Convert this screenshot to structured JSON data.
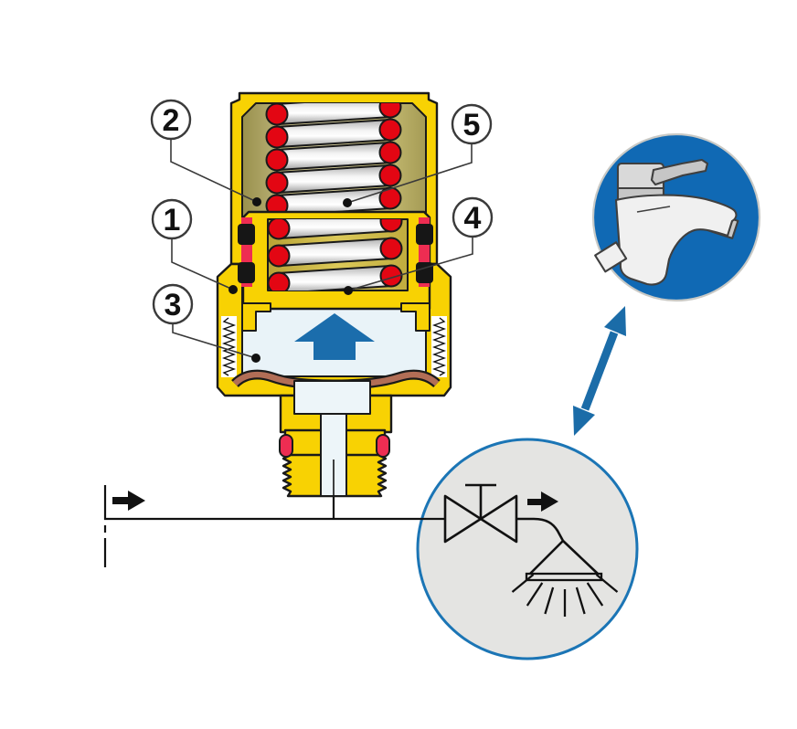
{
  "figure": {
    "title": "Water hammer arrester cross-section diagram",
    "callouts": {
      "c1": {
        "label": "1"
      },
      "c2": {
        "label": "2"
      },
      "c3": {
        "label": "3"
      },
      "c4": {
        "label": "4"
      },
      "c5": {
        "label": "5"
      }
    },
    "sign": {
      "icon": "faucet-icon"
    },
    "schematic": {
      "icons": [
        "shutoff-valve-symbol",
        "flow-arrow-icon",
        "spray-outlet-symbol"
      ]
    },
    "pipe": {
      "icon": "flow-direction-arrow-icon"
    },
    "link": {
      "icon": "double-headed-arrow-icon"
    },
    "colors": {
      "body_yellow": "#F8D203",
      "outline": "#1A1A1A",
      "brass_dark": "#99904C",
      "brass_light": "#E0D8A8",
      "piston_gold": "#CDB83F",
      "spring_steel": "#E8E8E8",
      "spring_red": "#E30613",
      "oring_black": "#161616",
      "oring_red": "#EE2D52",
      "chamber_blue": "#E9F3F8",
      "flow_arrow_blue": "#1B6DAC",
      "membrane_brown": "#B26E56",
      "stem_light": "#EDF5F9",
      "line_black": "#111111",
      "sign_blue": "#1069B4",
      "sign_rim_gray": "#C9C9C5",
      "faucet_light": "#F0F0F0",
      "faucet_mid": "#D9D9D9",
      "faucet_gray": "#C6C6C6",
      "schematic_fill": "#E4E4E2",
      "schematic_rim": "#1B75B5",
      "link_arrow_blue": "#1B6CA8",
      "callout_bg": "#FFFFFF",
      "callout_border": "#3A3A3A"
    }
  }
}
